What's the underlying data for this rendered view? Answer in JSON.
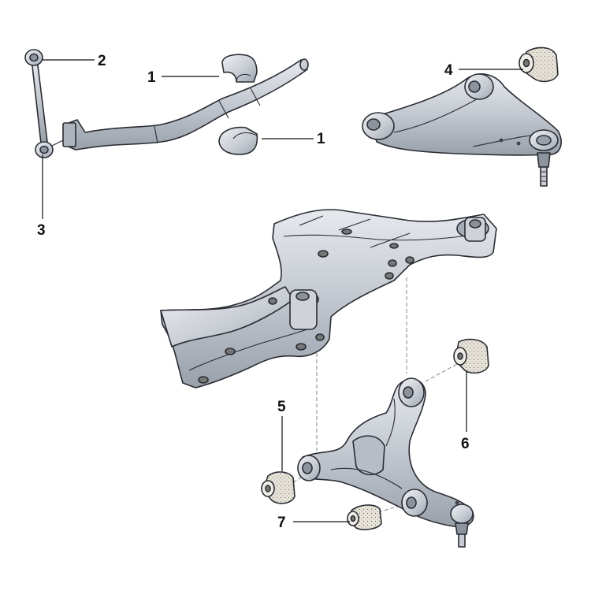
{
  "diagram": {
    "callouts": [
      {
        "id": "callout-1a",
        "label": "1",
        "part": "stabilizer-bushing-upper"
      },
      {
        "id": "callout-1b",
        "label": "1",
        "part": "stabilizer-bushing-lower"
      },
      {
        "id": "callout-2",
        "label": "2",
        "part": "link-upper-eye"
      },
      {
        "id": "callout-3",
        "label": "3",
        "part": "link-lower-eye"
      },
      {
        "id": "callout-4",
        "label": "4",
        "part": "upper-arm-bushing"
      },
      {
        "id": "callout-5",
        "label": "5",
        "part": "lower-arm-front-bushing"
      },
      {
        "id": "callout-6",
        "label": "6",
        "part": "lower-arm-rear-bushing"
      },
      {
        "id": "callout-7",
        "label": "7",
        "part": "lower-arm-inner-bushing"
      }
    ],
    "colors": {
      "part_fill": "#c9ced6",
      "part_light": "#e4e7ec",
      "part_dark": "#9aa1ab",
      "bushing_fill": "#e6e2d8",
      "outline": "#2a2d33",
      "label": "#111111"
    }
  }
}
